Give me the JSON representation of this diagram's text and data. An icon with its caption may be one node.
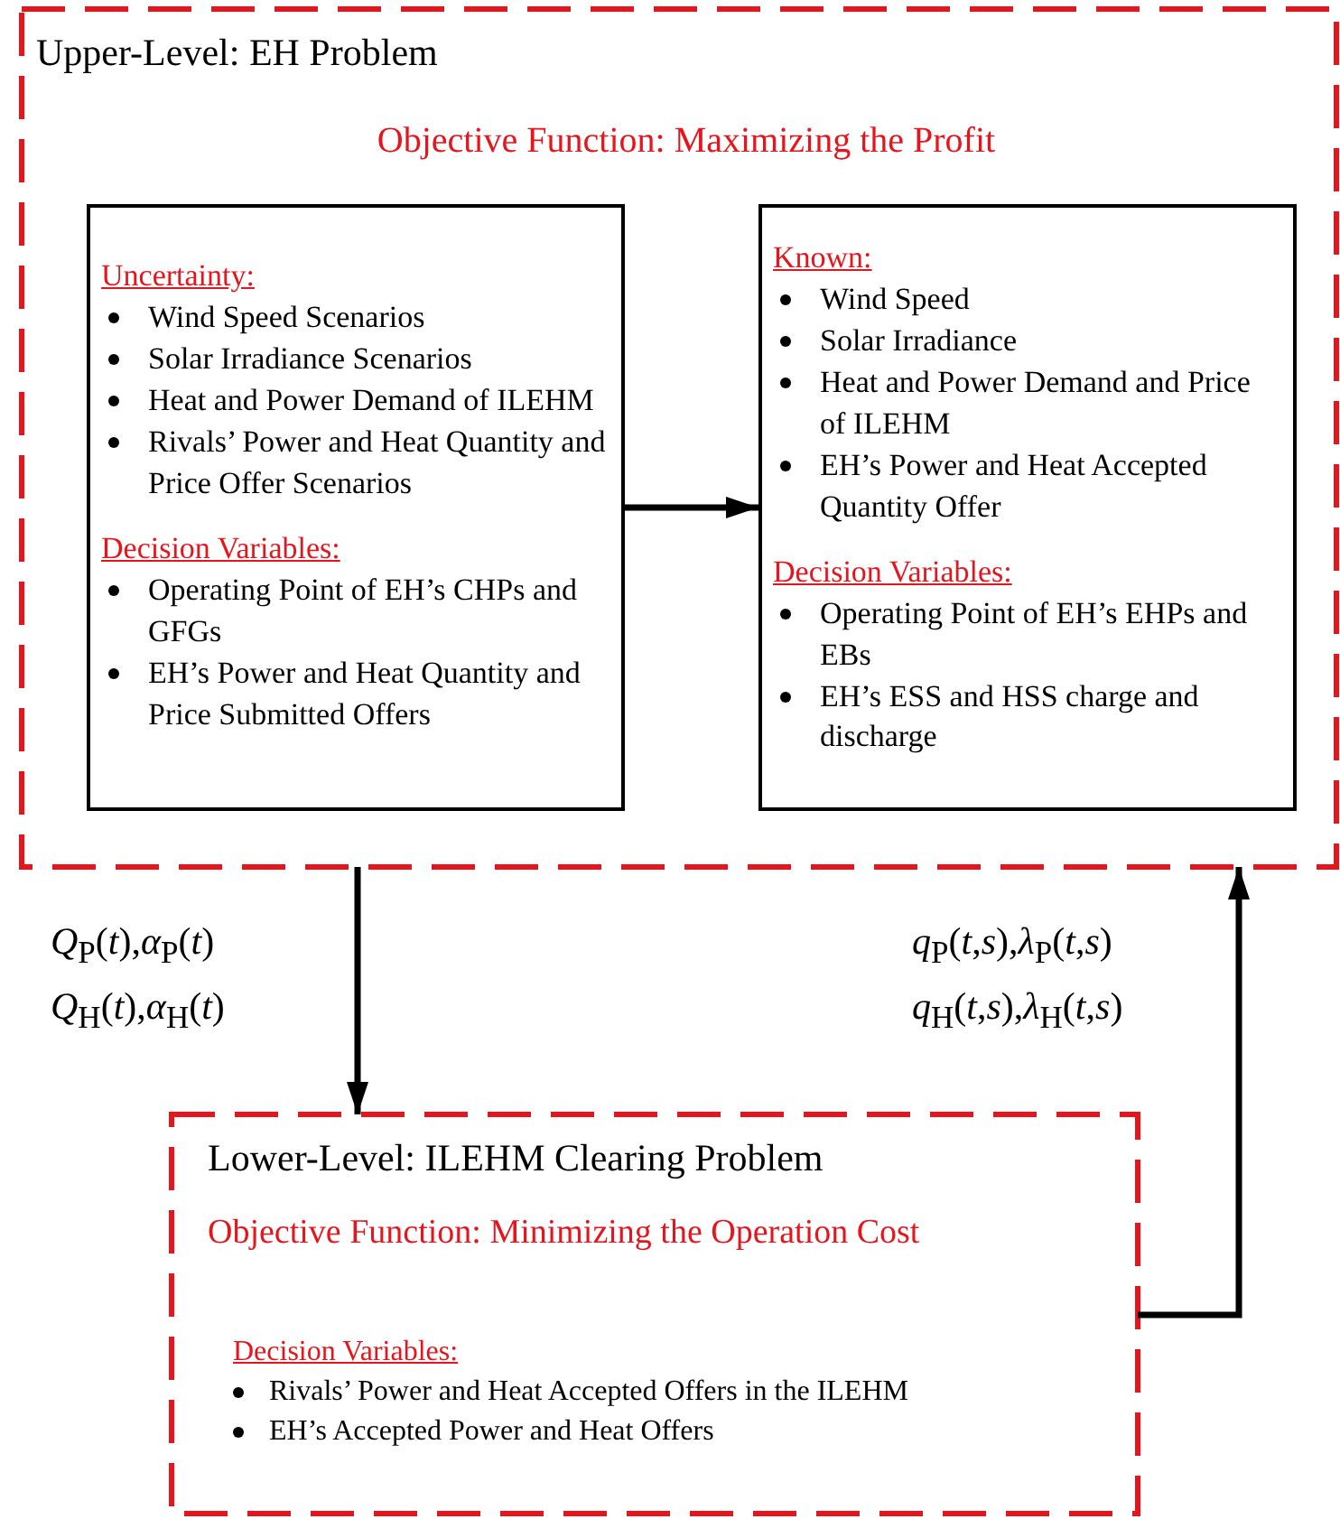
{
  "diagram": {
    "nodes": [
      {
        "text": [
          "Upper-Level: EH Problem",
          "Objective Function: Maximizing the Profit"
        ]
      },
      {
        "text": [
          "Uncertainty:",
          "Wind Speed Scenarios",
          "Solar Irradiance Scenarios",
          "Heat and Power Demand of ILEHM",
          "Rivals’ Power and Heat Quantity and Price Offer Scenarios",
          "Decision Variables:",
          "Operating Point of EH’s CHPs and GFGs",
          "EH’s Power and Heat Quantity and Price Submitted Offers"
        ],
        "in": 0
      },
      {
        "text": [
          "Known:",
          "Wind Speed",
          "Solar Irradiance",
          "Heat and Power Demand and Price of ILEHM",
          "EH’s Power and Heat Accepted Quantity Offer",
          "Decision Variables:",
          "Operating Point of EH’s EHPs and EBs",
          "EH’s ESS and HSS charge and discharge"
        ],
        "in": 0
      },
      {
        "text": [
          "Lower-Level: ILEHM Clearing Problem",
          "Objective Function: Minimizing the Operation Cost",
          "Decision Variables:",
          "Rivals’ Power and Heat Accepted Offers in the ILEHM",
          "EH’s Accepted Power and Heat Offers"
        ]
      }
    ],
    "edges": [
      {
        "from": 1,
        "to": 2,
        "arrow": "to"
      },
      {
        "from": 0,
        "to": 3,
        "arrow": "to",
        "label": "*Q*$_{P}$(*t*),*α*$_{P}$(*t*) *Q*$_{H}$(*t*),*α*$_{H}$(*t*)"
      },
      {
        "from": 3,
        "to": 0,
        "arrow": "to",
        "label": "*q*$_{P}$(*t*,*s*),*λ*$_{P}$(*t*,*s*) *q*$_{H}$(*t*,*s*),*λ*$_{H}$(*t*,*s*)"
      }
    ]
  }
}
